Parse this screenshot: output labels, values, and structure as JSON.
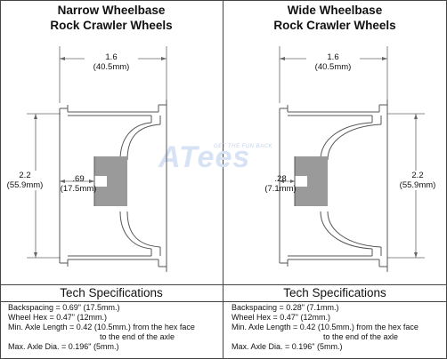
{
  "panels": [
    {
      "title_line1": "Narrow Wheelbase",
      "title_line2": "Rock Crawler Wheels",
      "width_value": "1.6",
      "width_metric": "(40.5mm)",
      "height_value": "2.2",
      "height_metric": "(55.9mm)",
      "backspace_value": ".69",
      "backspace_metric": "(17.5mm)",
      "specs_heading": "Tech Specifications",
      "specs": [
        "Backspacing = 0.69\" (17.5mm.)",
        "Wheel Hex = 0.47\" (12mm.)",
        "Min. Axle Length = 0.42 (10.5mm.) from the hex face",
        "to the end of the axle",
        "Max. Axle Dia. = 0.196\" (5mm.)"
      ]
    },
    {
      "title_line1": "Wide Wheelbase",
      "title_line2": "Rock Crawler Wheels",
      "width_value": "1.6",
      "width_metric": "(40.5mm)",
      "height_value": "2.2",
      "height_metric": "(55.9mm)",
      "backspace_value": ".28",
      "backspace_metric": "(7.1mm)",
      "specs_heading": "Tech Specifications",
      "specs": [
        "Backspacing = 0.28\" (7.1mm.)",
        "Wheel Hex = 0.47\" (12mm.)",
        "Min. Axle Length = 0.42 (10.5mm.) from the hex face",
        "to the end of the axle",
        "Max. Axle Dia. = 0.196\" (5mm.)"
      ]
    }
  ],
  "watermark": {
    "logo": "ATees",
    "tagline": "GET THE FUN BACK"
  },
  "colors": {
    "outline": "#555555",
    "hub_fill": "#9a9a9a",
    "watermark": "#d7e3f4"
  }
}
